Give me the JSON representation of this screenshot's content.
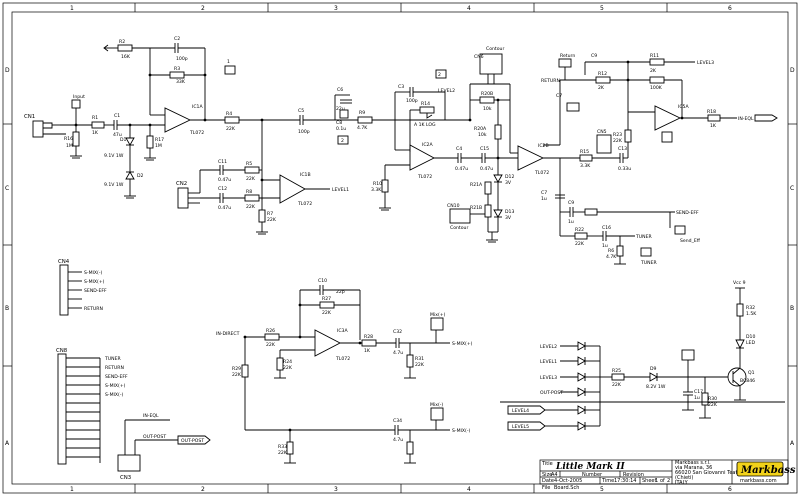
{
  "frame": {
    "columns": [
      "1",
      "2",
      "3",
      "4",
      "5",
      "6"
    ],
    "rows": [
      "D",
      "C",
      "B",
      "A"
    ]
  },
  "labels": {
    "input_label": "Input",
    "cn1": "CN1",
    "r1": "R1",
    "r1v": "1K",
    "c1": "C1",
    "c1v": "47u",
    "r16": "R16",
    "r16v": "1M",
    "d1": "D1",
    "d1v": "9.1V 1W",
    "d2": "D2",
    "d2v": "9.1V 1W",
    "r17": "R17",
    "r17v": "1M",
    "r2": "R2",
    "r2v": "16K",
    "c2": "C2",
    "c2v": "100p",
    "r3": "R3",
    "r3v": "33K",
    "ic1a": "IC1A",
    "tl072": "TL072",
    "r4": "R4",
    "r4v": "22K",
    "c5": "C5",
    "c5v": "100p",
    "c6": "C6",
    "c6v": "22u",
    "c8": "C8",
    "c8v": "0.1u",
    "r9": "R9",
    "r9v": "4.7K",
    "ic1b": "IC1B",
    "level1": "LEVEL1",
    "level2": "LEVEL2",
    "c3": "C3",
    "c3v": "100p",
    "r14": "R14",
    "r14v": "A 1K  LOG",
    "ic2a": "IC2A",
    "ic2b": "IC2B",
    "c4": "C4",
    "c4v": "0.47u",
    "r10": "R10",
    "r10v": "3.3K",
    "c15": "C15",
    "c15v": "0.47u",
    "r20a": "R20A",
    "r20av": "10k",
    "r20b": "R20B",
    "r20bv": "10k",
    "r21a": "R21A",
    "r21b": "R21B",
    "d12": "D12",
    "d12v": "3V",
    "d13": "D13",
    "d13v": "3V",
    "cn10": "CN10",
    "contour": "Contour",
    "cn6": "CN6",
    "c9": "C9",
    "c9v": "1u",
    "c7": "C7",
    "c7v": "1u",
    "r22": "R22",
    "r22v": "22K",
    "c16": "C16",
    "c16v": "1u",
    "r6": "R6",
    "r6v": "4.7K",
    "tuner": "TUNER",
    "sendeff": "SEND-EFF",
    "send_eff": "Send_Eff",
    "return_lbl": "Return",
    "return": "RETURN",
    "r12": "R12",
    "r12v": "2K",
    "r11": "R11",
    "r11v": "2K",
    "r13": "R13",
    "r13v": "100K",
    "level3": "LEVEL3",
    "ic5a": "IC5A",
    "r15": "R15",
    "r15v": "3.3K",
    "c13": "C13",
    "c13v": "0.33u",
    "r23": "R23",
    "r23v": "22K",
    "cn5": "CN5",
    "r18": "R18",
    "r18v": "1K",
    "in_eq": "IN-EQL",
    "r5": "R5",
    "r5v": "22K",
    "c11": "C11",
    "c11v": "0.47u",
    "c12": "C12",
    "c12v": "0.47u",
    "r7": "R7",
    "r7v": "22K",
    "r8": "R8",
    "r8v": "22K",
    "cn2": "CN2",
    "cn4": "CN4",
    "cn4_pins": [
      "S-MIX(-)",
      "S-MIX(+)",
      "SEND-EFF",
      "RETURN"
    ],
    "cn8": "CN8",
    "cn8_pins": [
      "TUNER",
      "RETURN",
      "SEND-EFF",
      "S-MIX(+)",
      "S-MIX(-)"
    ],
    "in_direct": "IN-DIRECT",
    "c10": "C10",
    "c10v": "22p",
    "r26": "R26",
    "r26v": "22K",
    "r27": "R27",
    "r27v": "22K",
    "r24": "R24",
    "r24v": "22K",
    "ic3a": "IC3A",
    "r28": "R28",
    "r28v": "1K",
    "c32": "C32",
    "c32v": "4.7u",
    "r31": "R31",
    "r31v": "22K",
    "mix_plus_box": "Mix(+)",
    "smix_plus": "S-MIX(+)",
    "c34": "C34",
    "c34v": "4.7u",
    "r29": "R29",
    "r29v": "22K",
    "r33": "R33",
    "r33v": "22K",
    "mix_minus_box": "Mix(-)",
    "smix_minus": "S-MIX(-)",
    "in_eql": "IN-EQL",
    "out_post": "OUT-POST",
    "cn3": "CN3",
    "d_levels": [
      "LEVEL2",
      "LEVEL1",
      "LEVEL3",
      "OUT-POST"
    ],
    "level4": "LEVEL4",
    "level5": "LEVEL5",
    "r25": "R25",
    "r25v": "22K",
    "d9": "D9",
    "d9v": "8.2V 1W",
    "c17": "C17",
    "c17v": "1u",
    "r30": "R30",
    "r30v": "22K",
    "r32": "R32",
    "r32v": "1.5K",
    "d10": "D10",
    "d10v": "LED",
    "q1": "Q1",
    "q1v": "BC846",
    "vcc": "Vcc 9",
    "ic_fbox1": "1",
    "ic_fbox2": "2"
  },
  "title_block": {
    "title_label": "Title",
    "title": "Little Mark II",
    "size_label": "Size",
    "size": "A4",
    "number_label": "Number",
    "revision_label": "Revision",
    "date_label": "Date",
    "date": "4-Oct-2005",
    "time_label": "Time",
    "time": "17:30:14",
    "sheet_label": "Sheet",
    "sheet": "1",
    "of_label": "of",
    "sheets": "2",
    "file_label": "File",
    "file": "Board.Sch",
    "company": [
      "Markbass s.r.l.",
      "via Marana, 36",
      "66020 San Giovanni Teatino",
      "(Chieti)",
      "ITALY"
    ],
    "logo": "Markbass",
    "logo_url": "markbass.com"
  }
}
